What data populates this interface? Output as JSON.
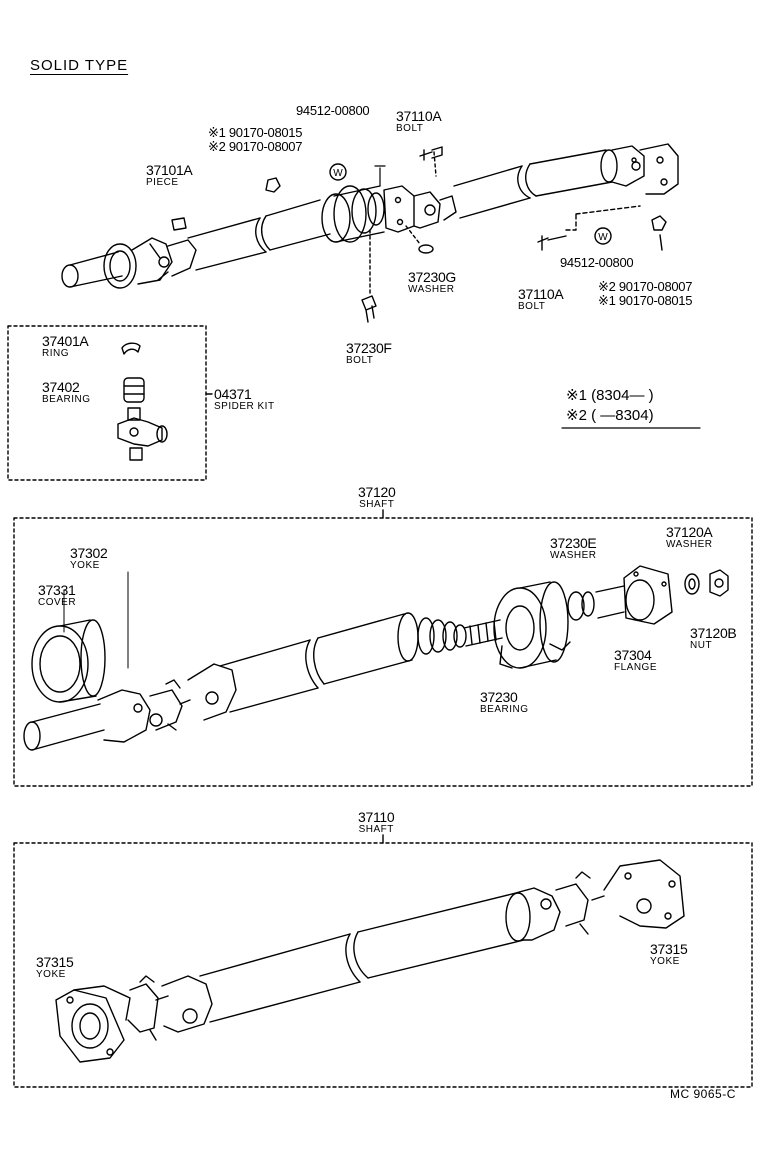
{
  "title": "SOLID TYPE",
  "catalog_code": "MC  9065-C",
  "date_notes": {
    "note1": "※1 (8304—          )",
    "note2": "※2 (          —8304)"
  },
  "labels": {
    "piece": {
      "pn": "37101A",
      "name": "PIECE"
    },
    "nut_alt_top": {
      "line1": "※1 90170-08015",
      "line2": "※2 90170-08007"
    },
    "washer_w_top": {
      "pn": "94512-00800"
    },
    "bolt_top": {
      "pn": "37110A",
      "name": "BOLT"
    },
    "washer_g": {
      "pn": "37230G",
      "name": "WASHER"
    },
    "bolt_f": {
      "pn": "37230F",
      "name": "BOLT"
    },
    "washer_w_right": {
      "pn": "94512-00800"
    },
    "bolt_right": {
      "pn": "37110A",
      "name": "BOLT"
    },
    "nut_alt_right": {
      "line1": "※2 90170-08007",
      "line2": "※1 90170-08015"
    },
    "ring": {
      "pn": "37401A",
      "name": "RING"
    },
    "bearing_kit": {
      "pn": "37402",
      "name": "BEARING"
    },
    "spider_kit": {
      "pn": "04371",
      "name": "SPIDER KIT"
    },
    "shaft_37120": {
      "pn": "37120",
      "name": "SHAFT"
    },
    "yoke_37302": {
      "pn": "37302",
      "name": "YOKE"
    },
    "cover": {
      "pn": "37331",
      "name": "COVER"
    },
    "washer_e": {
      "pn": "37230E",
      "name": "WASHER"
    },
    "washer_a": {
      "pn": "37120A",
      "name": "WASHER"
    },
    "bearing_37230": {
      "pn": "37230",
      "name": "BEARING"
    },
    "flange": {
      "pn": "37304",
      "name": "FLANGE"
    },
    "nut_b": {
      "pn": "37120B",
      "name": "NUT"
    },
    "shaft_37110": {
      "pn": "37110",
      "name": "SHAFT"
    },
    "yoke_left": {
      "pn": "37315",
      "name": "YOKE"
    },
    "yoke_right": {
      "pn": "37315",
      "name": "YOKE"
    },
    "washer_symbol": "W"
  }
}
